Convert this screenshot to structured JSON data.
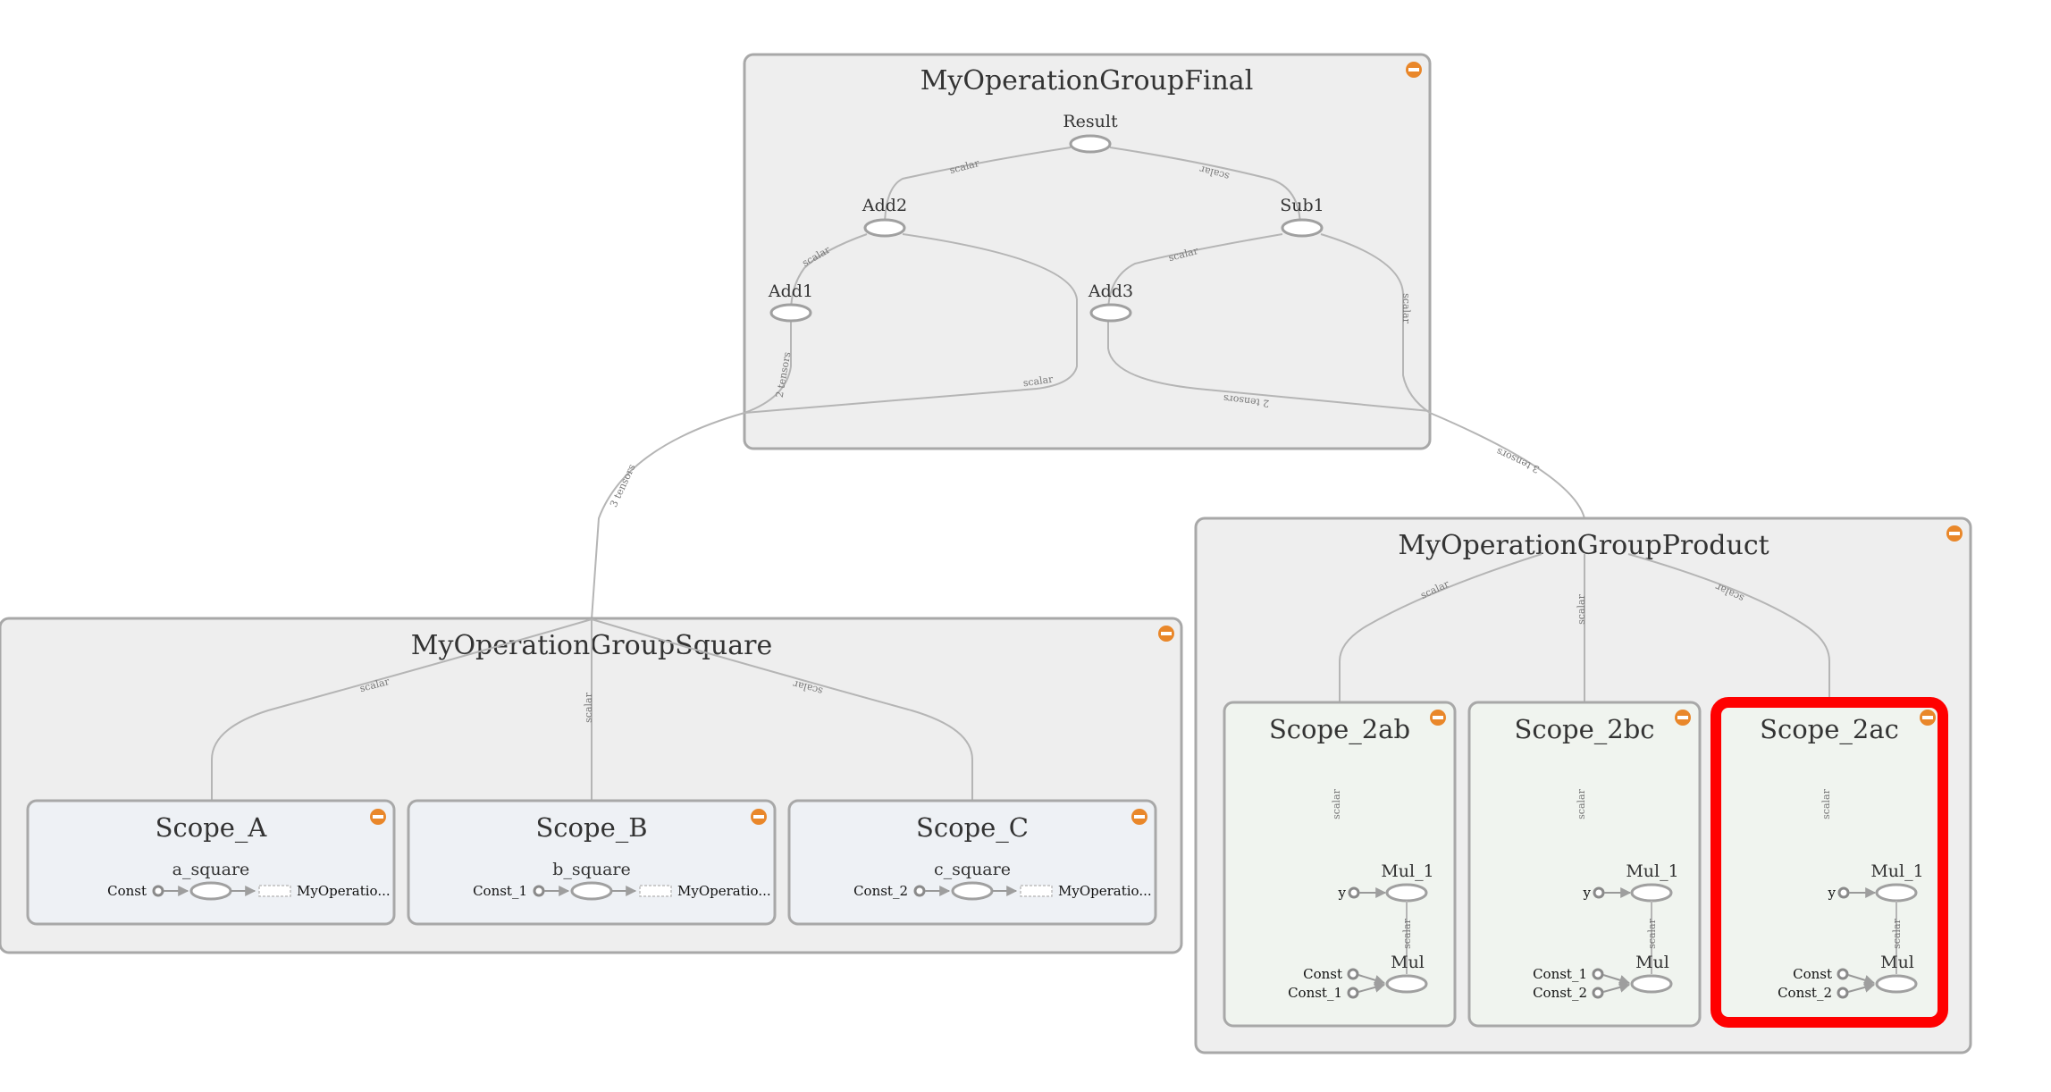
{
  "groups": {
    "final": {
      "title": "MyOperationGroupFinal",
      "nodes": {
        "result": "Result",
        "add2": "Add2",
        "sub1": "Sub1",
        "add1": "Add1",
        "add3": "Add3"
      }
    },
    "square": {
      "title": "MyOperationGroupSquare",
      "scopes": [
        {
          "title": "Scope_A",
          "op": "a_square",
          "const": "Const",
          "out": "MyOperatio..."
        },
        {
          "title": "Scope_B",
          "op": "b_square",
          "const": "Const_1",
          "out": "MyOperatio..."
        },
        {
          "title": "Scope_C",
          "op": "c_square",
          "const": "Const_2",
          "out": "MyOperatio..."
        }
      ]
    },
    "product": {
      "title": "MyOperationGroupProduct",
      "scopes": [
        {
          "title": "Scope_2ab",
          "mul1": "Mul_1",
          "mul": "Mul",
          "y": "y",
          "c1": "Const",
          "c2": "Const_1",
          "selected": false
        },
        {
          "title": "Scope_2bc",
          "mul1": "Mul_1",
          "mul": "Mul",
          "y": "y",
          "c1": "Const_1",
          "c2": "Const_2",
          "selected": false
        },
        {
          "title": "Scope_2ac",
          "mul1": "Mul_1",
          "mul": "Mul",
          "y": "y",
          "c1": "Const",
          "c2": "Const_2",
          "selected": true
        }
      ]
    }
  },
  "edge_labels": {
    "scalar": "scalar",
    "two_tensors": "2 tensors",
    "three_tensors": "3 tensors"
  },
  "colors": {
    "toggle": "#e9872a",
    "selected_outline": "#ff0000"
  },
  "icons": {
    "collapse": "collapse-icon"
  }
}
